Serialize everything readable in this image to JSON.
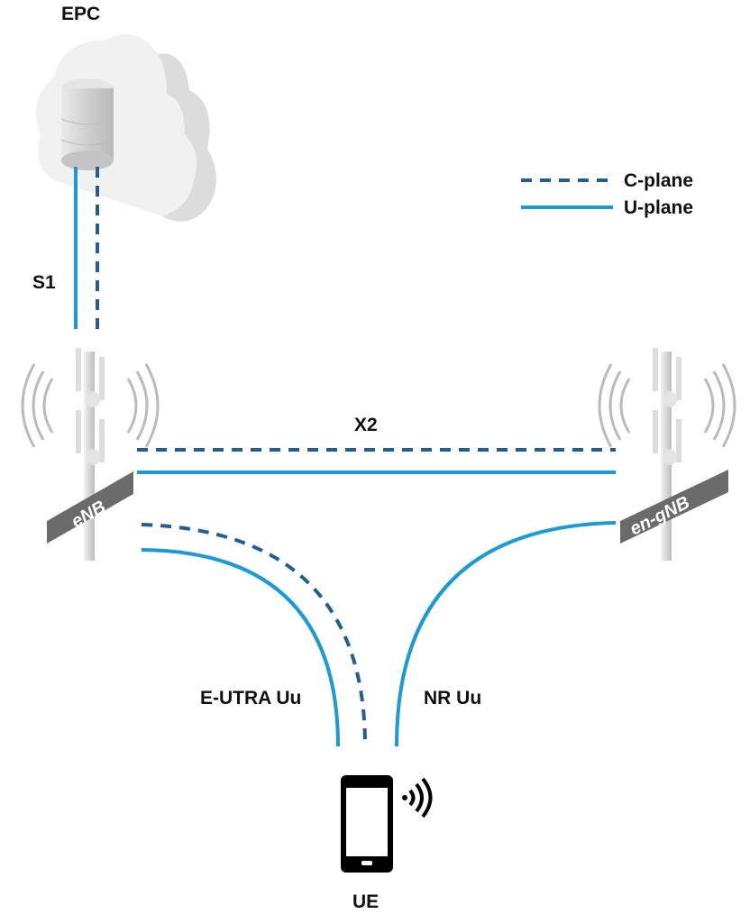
{
  "nodes": {
    "epc": "EPC",
    "enb": "eNB",
    "engnb": "en-gNB",
    "ue": "UE"
  },
  "interfaces": {
    "s1": "S1",
    "x2": "X2",
    "eutra_uu": "E-UTRA Uu",
    "nr_uu": "NR Uu"
  },
  "legend": {
    "c_plane": "C-plane",
    "u_plane": "U-plane"
  },
  "colors": {
    "c_plane": "#1f5f94",
    "u_plane": "#1a9ad6"
  }
}
